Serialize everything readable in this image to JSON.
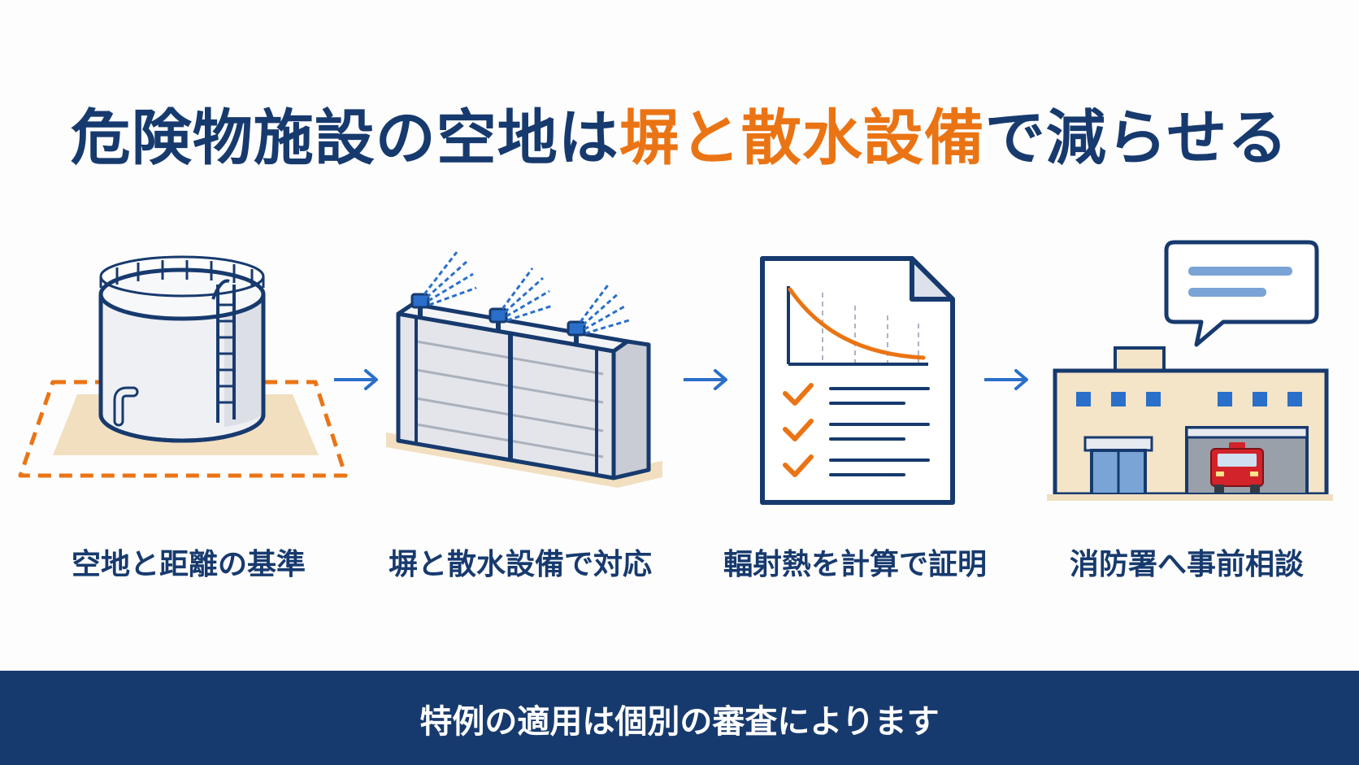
{
  "title": {
    "part1": "危険物施設の空地は",
    "highlight": "塀と散水設備",
    "part2": "で減らせる"
  },
  "steps": [
    {
      "label": "空地と距離の基準",
      "icon": "storage-tank-icon"
    },
    {
      "label": "塀と散水設備で対応",
      "icon": "wall-sprinkler-icon"
    },
    {
      "label": "輻射熱を計算で証明",
      "icon": "calculation-document-icon"
    },
    {
      "label": "消防署へ事前相談",
      "icon": "fire-station-icon"
    }
  ],
  "footer": {
    "note": "特例の適用は個別の審査によります"
  },
  "colors": {
    "navy": "#173a6e",
    "orange": "#ea7414",
    "blue": "#2a6fc9",
    "sand": "#f1dfc0"
  }
}
